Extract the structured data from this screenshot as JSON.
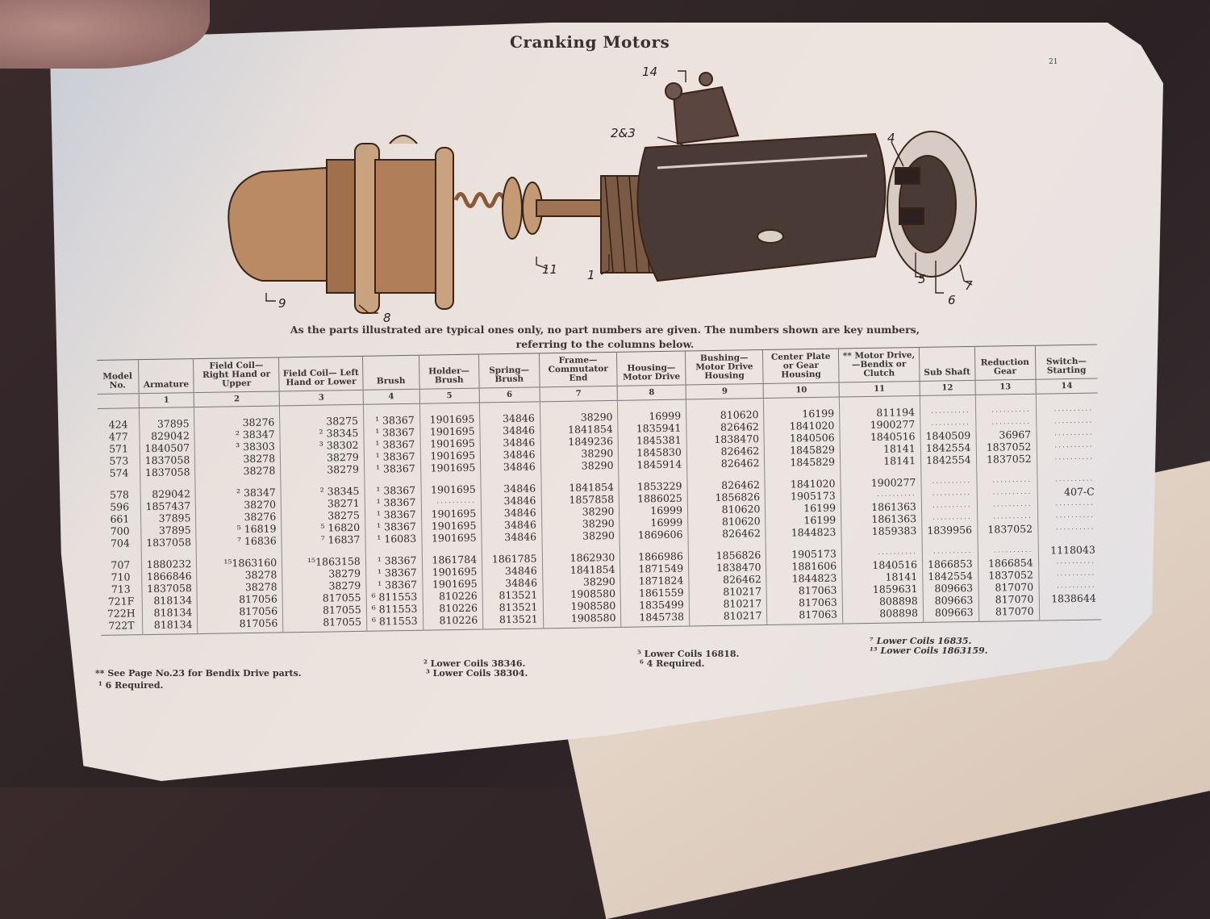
{
  "page": {
    "title": "Cranking Motors",
    "page_number": "21",
    "caption": "As the parts illustrated are typical ones only, no part numbers are given.   The numbers shown are key numbers, referring to the columns below."
  },
  "diagram": {
    "callouts": [
      "14",
      "2&3",
      "4",
      "1",
      "11",
      "9",
      "8",
      "5",
      "6",
      "7"
    ]
  },
  "table": {
    "headers": [
      {
        "label": "Model No.",
        "key": ""
      },
      {
        "label": "Armature",
        "key": "1"
      },
      {
        "label": "Field Coil— Right Hand or Upper",
        "key": "2"
      },
      {
        "label": "Field Coil— Left Hand or Lower",
        "key": "3"
      },
      {
        "label": "Brush",
        "key": "4"
      },
      {
        "label": "Holder— Brush",
        "key": "5"
      },
      {
        "label": "Spring— Brush",
        "key": "6"
      },
      {
        "label": "Frame— Commutator End",
        "key": "7"
      },
      {
        "label": "Housing— Motor Drive",
        "key": "8"
      },
      {
        "label": "Bushing— Motor Drive Housing",
        "key": "9"
      },
      {
        "label": "Center Plate or Gear Housing",
        "key": "10"
      },
      {
        "label": "** Motor Drive, —Bendix or Clutch",
        "key": "11"
      },
      {
        "label": "Sub Shaft",
        "key": "12"
      },
      {
        "label": "Reduction Gear",
        "key": "13"
      },
      {
        "label": "Switch— Starting",
        "key": "14"
      }
    ],
    "groups": [
      [
        [
          "424",
          "37895",
          "38276",
          "38275",
          "¹ 38367",
          "1901695",
          "34846",
          "38290",
          "16999",
          "810620",
          "16199",
          "811194",
          "..........",
          "..........",
          ".........."
        ],
        [
          "477",
          "829042",
          "² 38347",
          "² 38345",
          "¹ 38367",
          "1901695",
          "34846",
          "1841854",
          "1835941",
          "826462",
          "1841020",
          "1900277",
          "..........",
          "..........",
          ".........."
        ],
        [
          "571",
          "1840507",
          "³ 38303",
          "³ 38302",
          "¹ 38367",
          "1901695",
          "34846",
          "1849236",
          "1845381",
          "1838470",
          "1840506",
          "1840516",
          "1840509",
          "36967",
          ".........."
        ],
        [
          "573",
          "1837058",
          "38278",
          "38279",
          "¹ 38367",
          "1901695",
          "34846",
          "38290",
          "1845830",
          "826462",
          "1845829",
          "18141",
          "1842554",
          "1837052",
          ".........."
        ],
        [
          "574",
          "1837058",
          "38278",
          "38279",
          "¹ 38367",
          "1901695",
          "34846",
          "38290",
          "1845914",
          "826462",
          "1845829",
          "18141",
          "1842554",
          "1837052",
          ".........."
        ]
      ],
      [
        [
          "578",
          "829042",
          "² 38347",
          "² 38345",
          "¹ 38367",
          "1901695",
          "34846",
          "1841854",
          "1853229",
          "826462",
          "1841020",
          "1900277",
          "..........",
          "..........",
          ".........."
        ],
        [
          "596",
          "1857437",
          "38270",
          "38271",
          "¹ 38367",
          "..........",
          "34846",
          "1857858",
          "1886025",
          "1856826",
          "1905173",
          "..........",
          "..........",
          "..........",
          "407-C"
        ],
        [
          "661",
          "37895",
          "38276",
          "38275",
          "¹ 38367",
          "1901695",
          "34846",
          "38290",
          "16999",
          "810620",
          "16199",
          "1861363",
          "..........",
          "..........",
          ".........."
        ],
        [
          "700",
          "37895",
          "⁵ 16819",
          "⁵ 16820",
          "¹ 38367",
          "1901695",
          "34846",
          "38290",
          "16999",
          "810620",
          "16199",
          "1861363",
          "..........",
          "..........",
          ".........."
        ],
        [
          "704",
          "1837058",
          "⁷ 16836",
          "⁷ 16837",
          "¹ 16083",
          "1901695",
          "34846",
          "38290",
          "1869606",
          "826462",
          "1844823",
          "1859383",
          "1839956",
          "1837052",
          ".........."
        ]
      ],
      [
        [
          "707",
          "1880232",
          "¹⁵1863160",
          "¹⁵1863158",
          "¹ 38367",
          "1861784",
          "1861785",
          "1862930",
          "1866986",
          "1856826",
          "1905173",
          "..........",
          "..........",
          "..........",
          "1118043"
        ],
        [
          "710",
          "1866846",
          "38278",
          "38279",
          "¹ 38367",
          "1901695",
          "34846",
          "1841854",
          "1871549",
          "1838470",
          "1881606",
          "1840516",
          "1866853",
          "1866854",
          ".........."
        ],
        [
          "713",
          "1837058",
          "38278",
          "38279",
          "¹ 38367",
          "1901695",
          "34846",
          "38290",
          "1871824",
          "826462",
          "1844823",
          "18141",
          "1842554",
          "1837052",
          ".........."
        ],
        [
          "721F",
          "818134",
          "817056",
          "817055",
          "⁶ 811553",
          "810226",
          "813521",
          "1908580",
          "1861559",
          "810217",
          "817063",
          "1859631",
          "809663",
          "817070",
          ".........."
        ],
        [
          "722H",
          "818134",
          "817056",
          "817055",
          "⁶ 811553",
          "810226",
          "813521",
          "1908580",
          "1835499",
          "810217",
          "817063",
          "808898",
          "809663",
          "817070",
          "1838644"
        ],
        [
          "722T",
          "818134",
          "817056",
          "817055",
          "⁶ 811553",
          "810226",
          "813521",
          "1908580",
          "1845738",
          "810217",
          "817063",
          "808898",
          "809663",
          "817070",
          ""
        ]
      ]
    ]
  },
  "footnotes": {
    "bendix": "** See Page No.23 for Bendix Drive parts.",
    "n1": "¹ 6 Required.",
    "n2": "² Lower Coils 38346.",
    "n3": "³ Lower Coils 38304.",
    "n5": "⁵ Lower Coils 16818.",
    "n6": "⁶ 4 Required.",
    "n7": "⁷ Lower Coils 16835.",
    "n15": "¹⁵ Lower Coils 1863159."
  }
}
